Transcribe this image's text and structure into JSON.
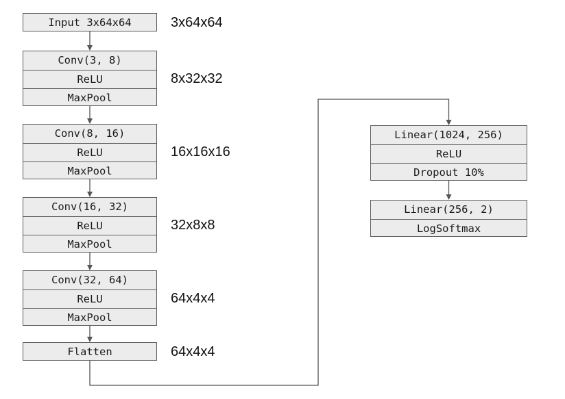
{
  "diagram": {
    "blocks": [
      {
        "layers": [
          "Input 3x64x64"
        ],
        "output_shape": "3x64x64"
      },
      {
        "layers": [
          "Conv(3, 8)",
          "ReLU",
          "MaxPool"
        ],
        "output_shape": "8x32x32"
      },
      {
        "layers": [
          "Conv(8, 16)",
          "ReLU",
          "MaxPool"
        ],
        "output_shape": "16x16x16"
      },
      {
        "layers": [
          "Conv(16, 32)",
          "ReLU",
          "MaxPool"
        ],
        "output_shape": "32x8x8"
      },
      {
        "layers": [
          "Conv(32, 64)",
          "ReLU",
          "MaxPool"
        ],
        "output_shape": "64x4x4"
      },
      {
        "layers": [
          "Flatten"
        ],
        "output_shape": "64x4x4"
      },
      {
        "layers": [
          "Linear(1024, 256)",
          "ReLU",
          "Dropout 10%"
        ]
      },
      {
        "layers": [
          "Linear(256, 2)",
          "LogSoftmax"
        ]
      }
    ],
    "colors": {
      "fill": "#ececec",
      "stroke": "#5a5a5a",
      "text": "#1a1a1a",
      "line": "#555555"
    }
  }
}
